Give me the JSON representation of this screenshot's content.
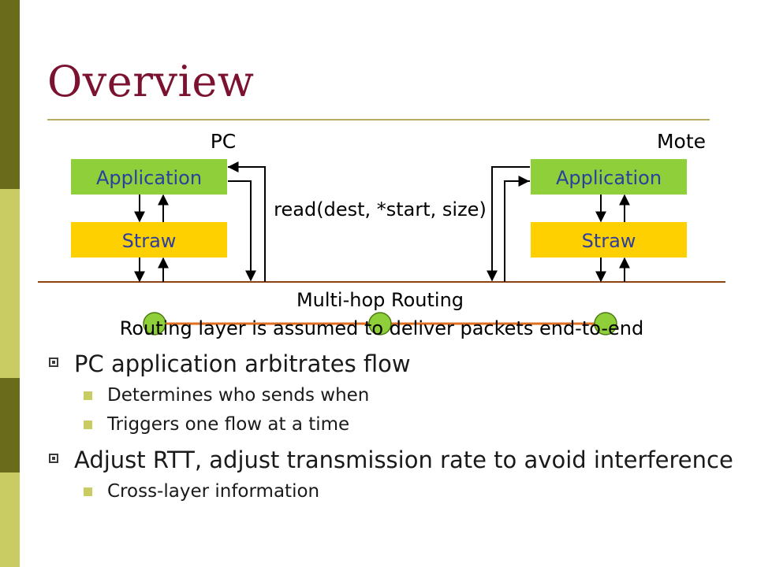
{
  "slide": {
    "title": "Overview"
  },
  "theme": {
    "title_color": "#7a1230",
    "sidebar_colors": [
      "#6b6b1c",
      "#c8cc63",
      "#6b6b1c",
      "#c8cc63"
    ],
    "app_box_color": "#8fcf3a",
    "straw_box_color": "#ffd000",
    "box_text_color": "#2b3f9e",
    "routing_line_color": "#8b4513",
    "node_fill": "#8fcf3a",
    "link_color": "#e07020"
  },
  "diagram": {
    "pc_label": "PC",
    "mote_label": "Mote",
    "left_application": "Application",
    "left_straw": "Straw",
    "right_application": "Application",
    "right_straw": "Straw",
    "call_label": "read(dest, *start, size)",
    "routing_label": "Multi-hop Routing",
    "routing_note": "Routing layer is assumed to deliver packets end-to-end"
  },
  "bullets": [
    {
      "text": "PC application arbitrates flow",
      "sub": [
        "Determines who sends when",
        "Triggers one flow at a time"
      ]
    },
    {
      "text": "Adjust RTT, adjust transmission rate to avoid interference",
      "sub": [
        "Cross-layer information"
      ]
    }
  ]
}
